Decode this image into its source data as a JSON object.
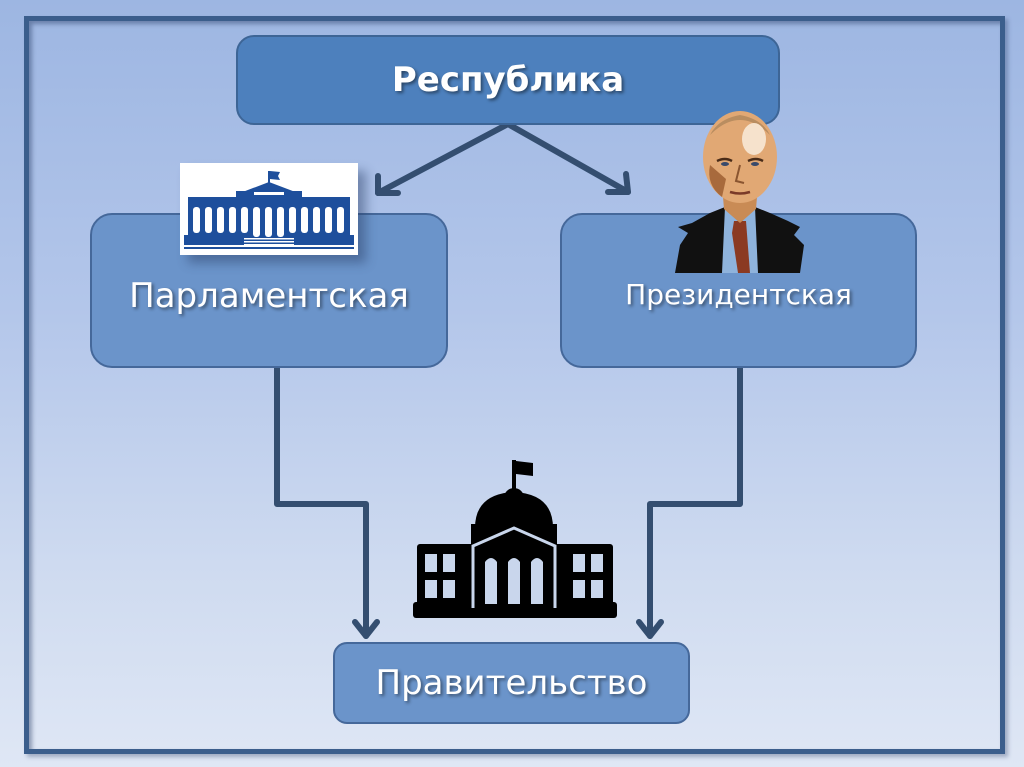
{
  "diagram": {
    "title": "Республика",
    "nodes": {
      "root": {
        "label": "Республика"
      },
      "parliamentary": {
        "label": "Парламентская",
        "image": "parliament-building-icon"
      },
      "presidential": {
        "label": "Президентская",
        "image": "president-portrait"
      },
      "government": {
        "label": "Правительство",
        "image": "government-building-icon"
      }
    },
    "edges": [
      {
        "from": "root",
        "to": "parliamentary"
      },
      {
        "from": "root",
        "to": "presidential"
      },
      {
        "from": "parliamentary",
        "to": "government"
      },
      {
        "from": "presidential",
        "to": "government"
      }
    ]
  },
  "colors": {
    "frame": "#3b5e8c",
    "root_fill": "#4d80bd",
    "node_fill": "#6b94ca",
    "arrow": "#344e70",
    "icon": "#000000",
    "parliament_logo": "#1e4f9c"
  }
}
